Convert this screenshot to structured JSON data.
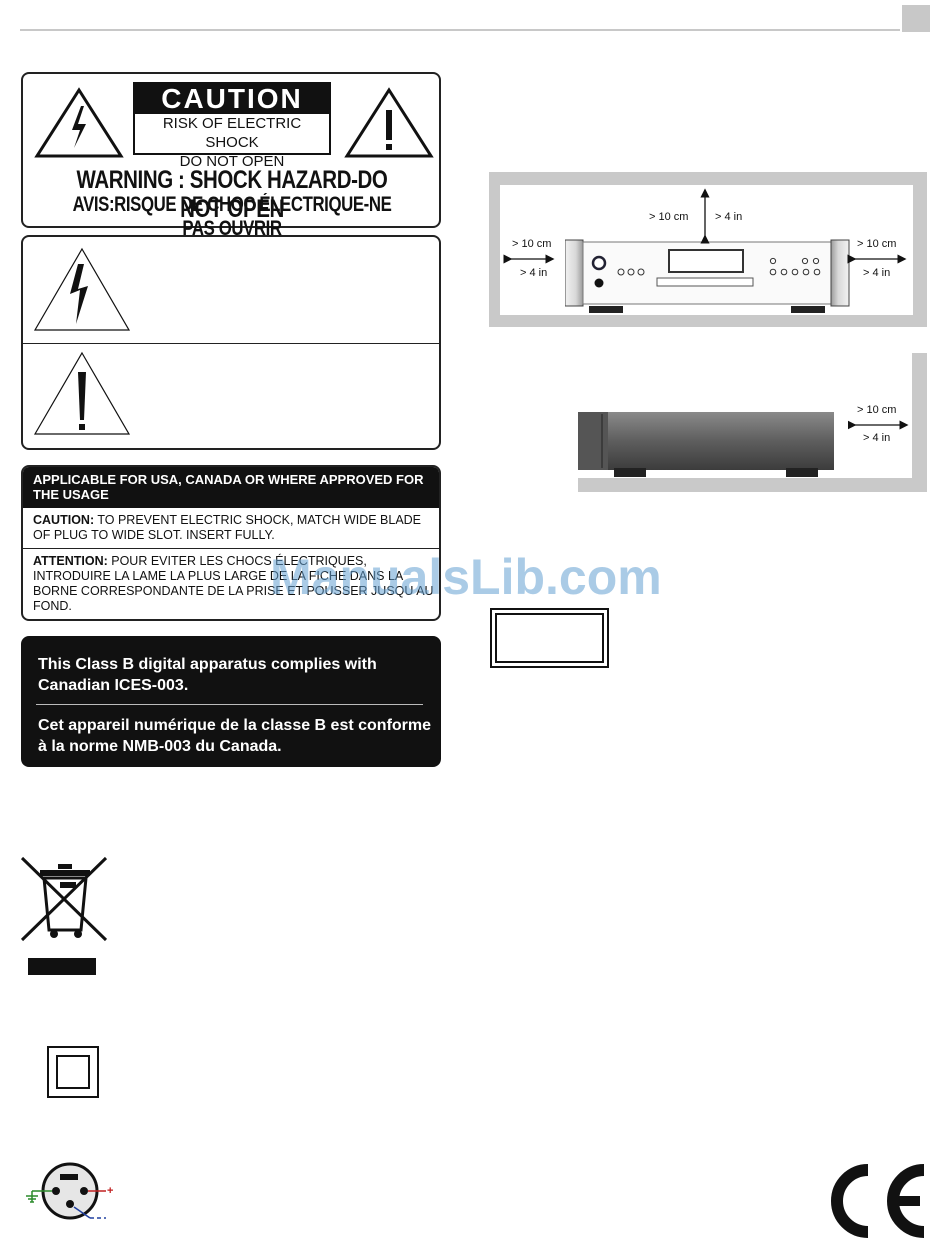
{
  "caution": {
    "title": "CAUTION",
    "line1": "RISK OF ELECTRIC SHOCK",
    "line2": "DO NOT OPEN",
    "warning_en": "WARNING : SHOCK HAZARD-DO NOT OPEN",
    "warning_fr": "AVIS:RISQUE DE CHOC ÉLECTRIQUE-NE PAS OUVRIR"
  },
  "usa": {
    "header": "APPLICABLE FOR USA, CANADA OR WHERE APPROVED FOR THE USAGE",
    "caution_label": "CAUTION:",
    "caution_text": " TO PREVENT ELECTRIC SHOCK, MATCH WIDE BLADE OF PLUG TO WIDE SLOT. INSERT FULLY.",
    "attention_label": "ATTENTION:",
    "attention_text": " POUR EVITER LES CHOCS ÉLECTRIQUES, INTRODUIRE LA LAME LA PLUS LARGE DE LA FICHE DANS LA BORNE CORRESPONDANTE DE LA PRISE ET POUSSER JUSQU AU FOND."
  },
  "ices": {
    "en": "This Class B digital apparatus complies with Canadian ICES-003.",
    "fr": "Cet appareil numérique de la classe B est conforme à la norme NMB-003 du Canada."
  },
  "clearance": {
    "top_cm": "> 10 cm",
    "top_in": "> 4 in",
    "left_cm": "> 10 cm",
    "left_in": "> 4 in",
    "right_cm": "> 10 cm",
    "right_in": "> 4 in",
    "side_cm": "> 10 cm",
    "side_in": "> 4 in"
  },
  "watermark": "ManualsLib.com",
  "icons": [
    "lightning-triangle-icon",
    "exclamation-triangle-icon",
    "weee-bin-icon",
    "class-ii-icon",
    "xlr-connector-icon",
    "ce-mark-icon"
  ]
}
